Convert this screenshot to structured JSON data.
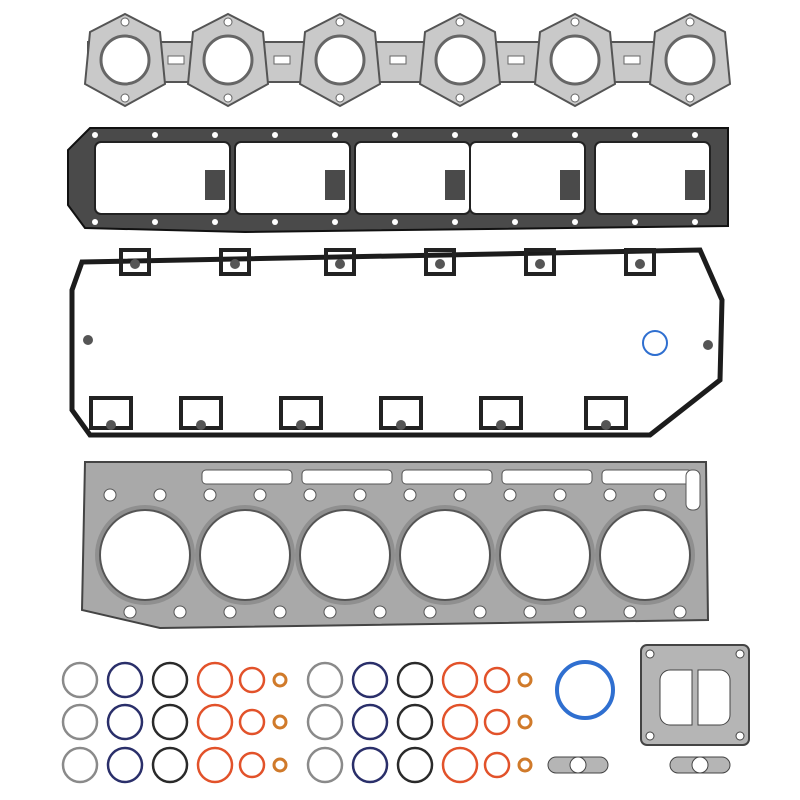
{
  "scene": {
    "background": "#ffffff",
    "items": [
      {
        "name": "exhaust-manifold-gasket",
        "color": "#c9c9c9",
        "ports": 6
      },
      {
        "name": "valve-cover-gasket",
        "color": "#3a3a3a",
        "windows": 5
      },
      {
        "name": "rocker-housing-gasket",
        "color": "#1c1c1c"
      },
      {
        "name": "cylinder-head-gasket",
        "color": "#a9a9a9",
        "bores": 6
      },
      {
        "name": "o-ring-set",
        "groups": 2,
        "rows": 3
      },
      {
        "name": "large-blue-o-ring",
        "color": "#2f6fd0"
      },
      {
        "name": "turbo-flange-gasket",
        "color": "#b5b5b5"
      },
      {
        "name": "small-flange-gaskets",
        "count": 2
      }
    ],
    "o_ring_colors": [
      "#8a8a8a",
      "#2a2f6a",
      "#2a2a2a",
      "#e2522a",
      "#e2522a",
      "#d07a2a"
    ]
  }
}
